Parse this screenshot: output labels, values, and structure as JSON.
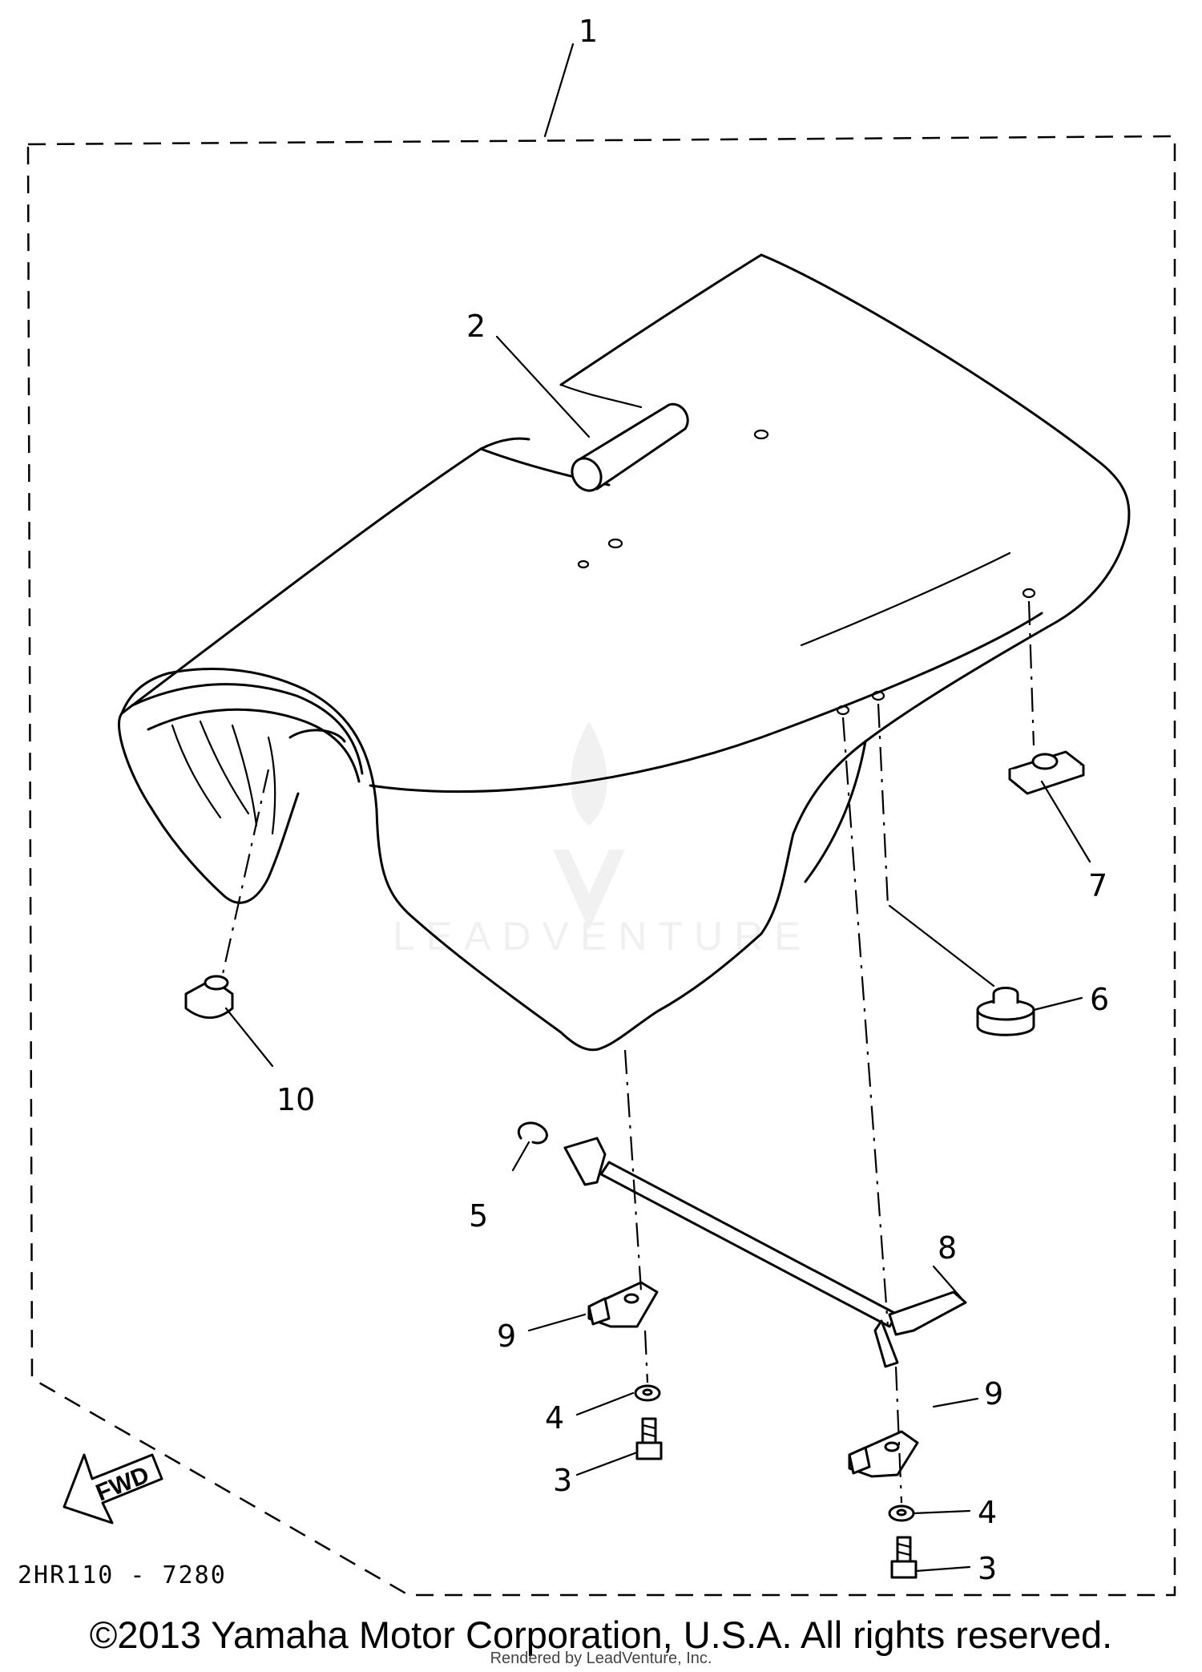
{
  "diagram": {
    "callouts": {
      "p1": "1",
      "p2": "2",
      "p3a": "3",
      "p3b": "3",
      "p4a": "4",
      "p4b": "4",
      "p5": "5",
      "p6": "6",
      "p7": "7",
      "p8": "8",
      "p9a": "9",
      "p9b": "9",
      "p10": "10"
    },
    "fwd_label": "FWD",
    "reference_code": "2HR110 - 7280",
    "watermark": "LEADVENTURE"
  },
  "footer": {
    "copyright": "©2013 Yamaha Motor Corporation, U.S.A. All rights reserved.",
    "rendered_by": "Rendered by LeadVenture, Inc."
  }
}
